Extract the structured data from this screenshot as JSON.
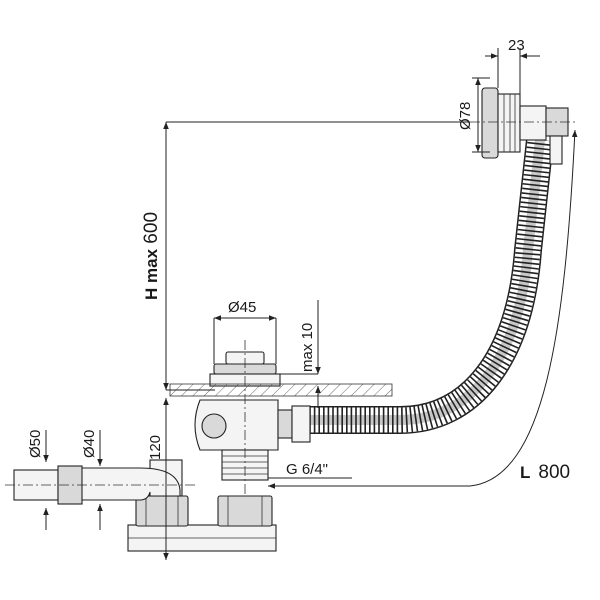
{
  "dimensions": {
    "width_23": "23",
    "diameter_78": "Ø78",
    "diameter_45": "Ø45",
    "max_10": "max 10",
    "h_bold": "H max",
    "h_value": " 600",
    "height_120": "120",
    "diameter_50": "Ø50",
    "diameter_40": "Ø40",
    "thread": "G 6/4\"",
    "l_bold": "L",
    "l_value": "800"
  }
}
